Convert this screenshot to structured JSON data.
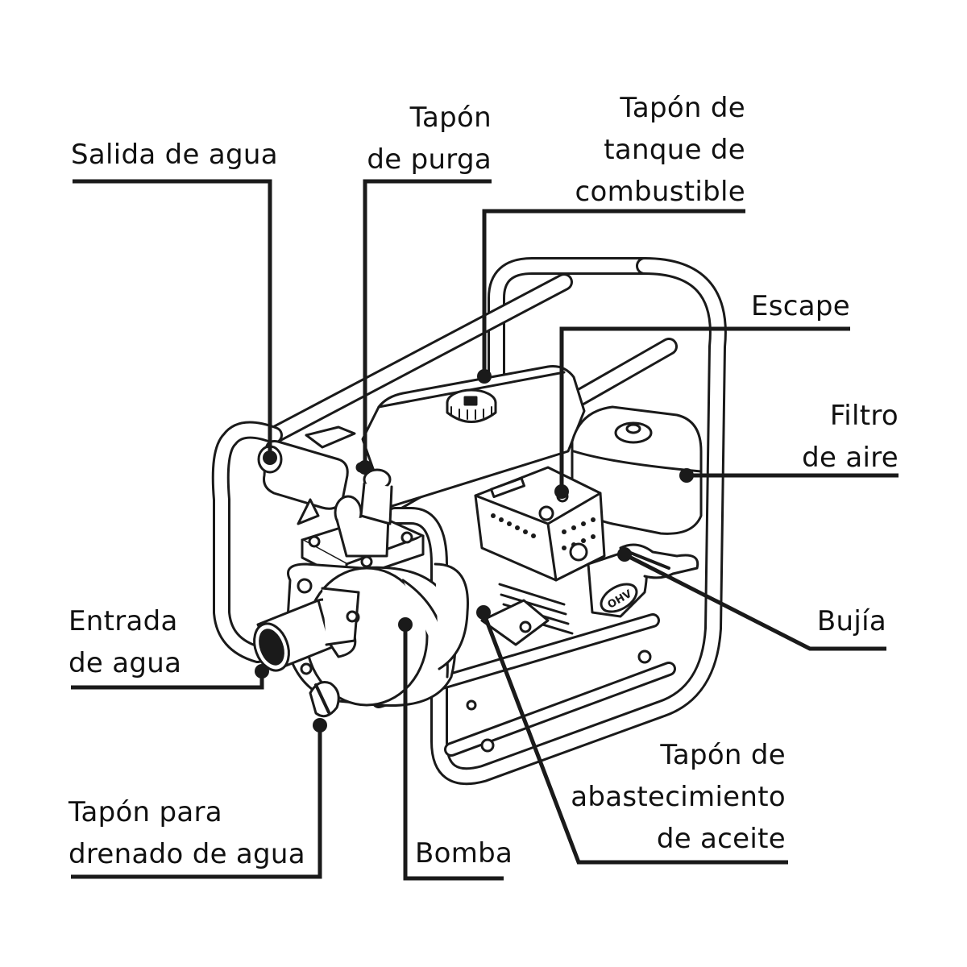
{
  "labels": {
    "salida_agua": [
      "Salida de agua"
    ],
    "tapon_purga": [
      "Tapón",
      "de purga"
    ],
    "tapon_tanque": [
      "Tapón de",
      "tanque de",
      "combustible"
    ],
    "escape": [
      "Escape"
    ],
    "filtro_aire": [
      "Filtro",
      "de aire"
    ],
    "entrada_agua": [
      "Entrada",
      "de agua"
    ],
    "bujia": [
      "Bujía"
    ],
    "tapon_aceite": [
      "Tapón de",
      "abastecimiento",
      "de aceite"
    ],
    "tapon_drenado": [
      "Tapón para",
      "drenado de agua"
    ],
    "bomba": [
      "Bomba"
    ]
  },
  "engine_badge": "OHV"
}
